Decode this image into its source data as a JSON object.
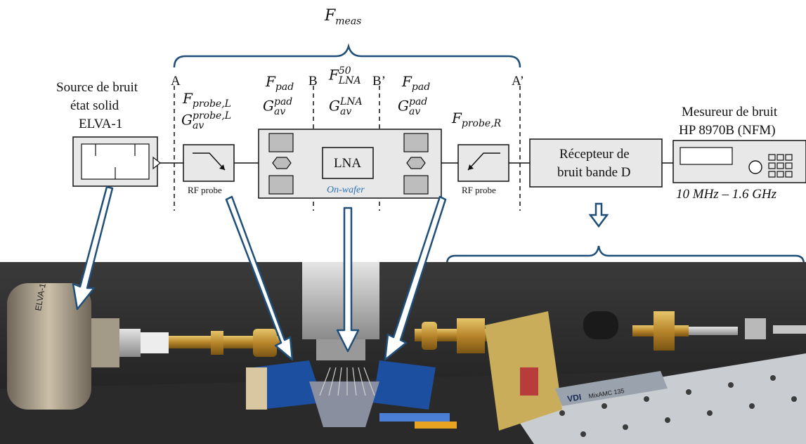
{
  "title": {
    "main": "F",
    "sub": "meas"
  },
  "planes": {
    "A": "A",
    "B": "B",
    "Bp": "B’",
    "Ap": "A’"
  },
  "source": {
    "line1": "Source de bruit",
    "line2": "état solid",
    "line3": "ELVA-1"
  },
  "params": {
    "probe_L_F": {
      "main": "F",
      "sub": "probe,L"
    },
    "probe_L_G": {
      "main": "G",
      "sub": "av",
      "sup": "probe,L"
    },
    "pad_L_F": {
      "main": "F",
      "sub": "pad"
    },
    "pad_L_G": {
      "main": "G",
      "sub": "av",
      "sup": "pad"
    },
    "lna_F": {
      "main": "F",
      "sub": "LNA",
      "sup": "50"
    },
    "lna_G": {
      "main": "G",
      "sub": "av",
      "sup": "LNA"
    },
    "pad_R_F": {
      "main": "F",
      "sub": "pad"
    },
    "pad_R_G": {
      "main": "G",
      "sub": "av",
      "sup": "pad"
    },
    "probe_R_F": {
      "main": "F",
      "sub": "probe,R"
    }
  },
  "blocks": {
    "rf_probe_left": "RF probe",
    "rf_probe_right": "RF probe",
    "lna": "LNA",
    "on_wafer": "On-wafer",
    "receiver_line1": "Récepteur de",
    "receiver_line2": "bruit bande D"
  },
  "meter": {
    "line1": "Mesureur de bruit",
    "line2": "HP 8970B (NFM)",
    "range": "10 MHz – 1.6 GHz"
  },
  "photo": {
    "label_elva": "ELVA-1",
    "label_vdi": "VDI",
    "label_mixamc": "MixAMC 135"
  },
  "colors": {
    "on_wafer": "#2e74b5",
    "block_fill": "#e8e8e8",
    "pad_fill": "#bdbdbd",
    "arrow": "#1f4e79",
    "bracket": "#1f4e79"
  }
}
